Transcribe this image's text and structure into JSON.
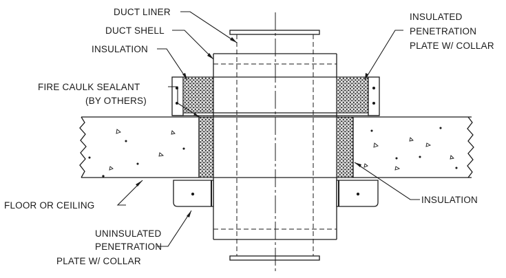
{
  "labels": {
    "duct_liner": "DUCT LINER",
    "duct_shell": "DUCT SHELL",
    "insulation_top": "INSULATION",
    "fire_caulk_line1": "FIRE CAULK SEALANT",
    "fire_caulk_line2": "(BY OTHERS)",
    "floor_or_ceiling": "FLOOR OR CEILING",
    "insulation_right": "INSULATION",
    "insulated_plate_line1": "INSULATED",
    "insulated_plate_line2": "PENETRATION",
    "insulated_plate_line3": "PLATE W/ COLLAR",
    "uninsulated_plate_line1": "UNINSULATED",
    "uninsulated_plate_line2": "PENETRATION",
    "uninsulated_plate_line3": "PLATE W/ COLLAR"
  },
  "colors": {
    "line": "#1a1a1a",
    "background": "#ffffff",
    "insulation_fill": "#3a3a3a"
  }
}
